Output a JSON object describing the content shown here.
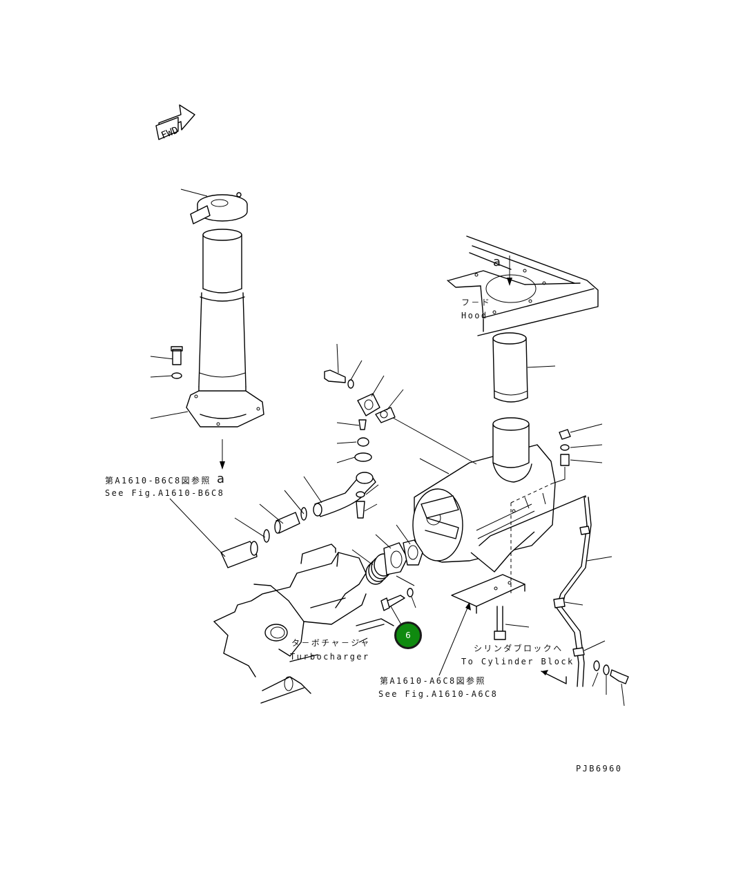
{
  "fwd_arrow": {
    "text": "FWD"
  },
  "labels": {
    "view_a_marker": "a",
    "hood_jp": "フ－ド",
    "hood_en": "Hood",
    "ref_b6c8_jp": "第A1610-B6C8図参照",
    "ref_b6c8_marker": "a",
    "ref_b6c8_en": "See Fig.A1610-B6C8",
    "turbo_jp": "タ－ボチャ－ジャ",
    "turbo_en": "Turbocharger",
    "cyl_jp": "シリンダブロックへ",
    "cyl_en": "To Cylinder Block",
    "ref_a6c8_jp": "第A1610-A6C8図参照",
    "ref_a6c8_en": "See Fig.A1610-A6C8",
    "drawing_code": "PJB6960"
  },
  "callout": {
    "number": "6",
    "color": "#0f8a0f"
  }
}
